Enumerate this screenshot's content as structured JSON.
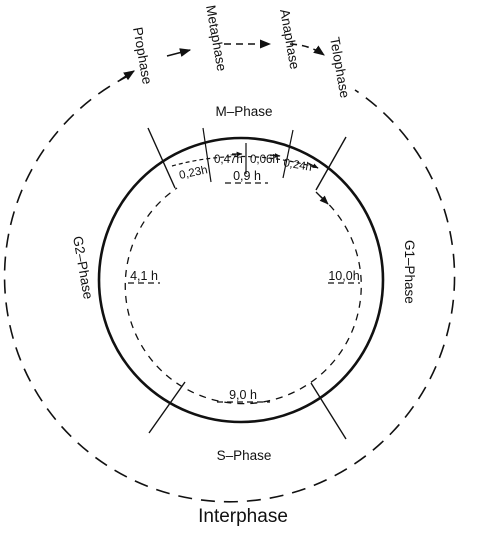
{
  "mitosis": {
    "prophase": "Prophase",
    "metaphase": "Metaphase",
    "anaphase": "Anaphase",
    "telophase": "Telophase"
  },
  "phases": {
    "m": "M–Phase",
    "g1": "G1–Phase",
    "g2": "G2–Phase",
    "s": "S–Phase",
    "interphase": "Interphase"
  },
  "durations": {
    "prophase": "0,23h",
    "metaphase": "0,47h",
    "anaphase": "0,06h",
    "telophase": "0,24h",
    "m_total": "0,9 h",
    "g2": "4,1 h",
    "g1": "10,0h",
    "s": "9,0 h"
  }
}
